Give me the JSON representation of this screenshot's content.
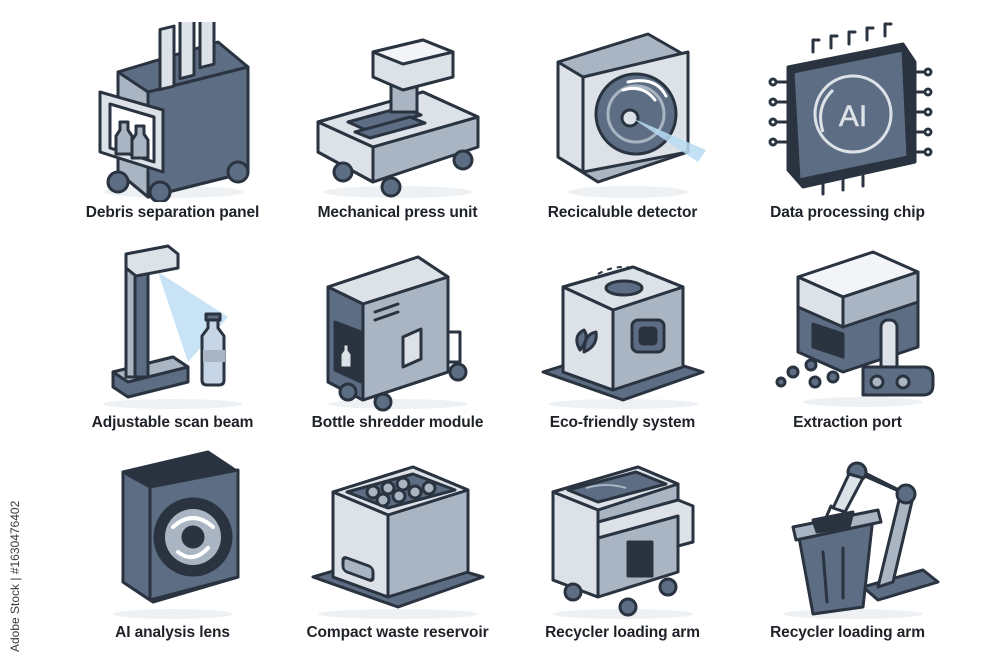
{
  "colors": {
    "outline": "#2a3340",
    "light": "#dde2e8",
    "mid": "#a9b5c3",
    "dark": "#5d6e84",
    "beam": "#b9dcf2",
    "label": "#1e2228"
  },
  "stock_id": "Adobe Stock | #1630476402",
  "icons": [
    {
      "label": "Debris separation panel",
      "icon": "debris-separation-panel-icon"
    },
    {
      "label": "Mechanical press unit",
      "icon": "mechanical-press-unit-icon"
    },
    {
      "label": "Recicaluble detector",
      "icon": "recyclable-detector-icon"
    },
    {
      "label": "Data processing chip",
      "icon": "data-processing-chip-icon",
      "chip_text": "AI"
    },
    {
      "label": "Adjustable scan beam",
      "icon": "adjustable-scan-beam-icon"
    },
    {
      "label": "Bottle shredder module",
      "icon": "bottle-shredder-module-icon"
    },
    {
      "label": "Eco-friendly system",
      "icon": "eco-friendly-system-icon"
    },
    {
      "label": "Extraction port",
      "icon": "extraction-port-icon"
    },
    {
      "label": "AI analysis lens",
      "icon": "ai-analysis-lens-icon"
    },
    {
      "label": "Compact waste reservoir",
      "icon": "compact-waste-reservoir-icon"
    },
    {
      "label": "Recycler loading arm",
      "icon": "recycler-loading-arm-icon"
    },
    {
      "label": "Recycler loading arm",
      "icon": "recycler-loading-arm-bin-icon"
    }
  ]
}
